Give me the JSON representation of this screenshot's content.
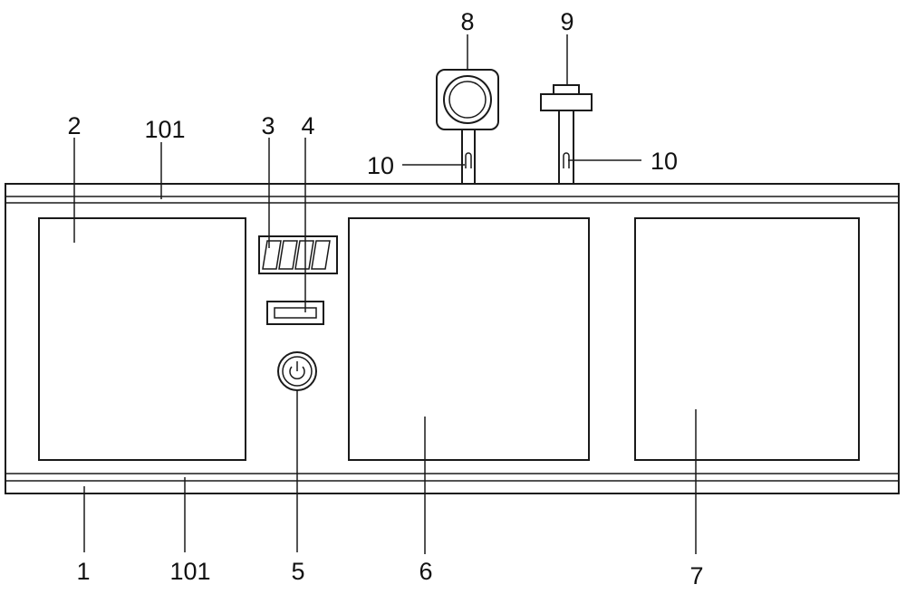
{
  "labels": {
    "l1": "1",
    "l2": "2",
    "l3": "3",
    "l4": "4",
    "l5": "5",
    "l6": "6",
    "l7": "7",
    "l8": "8",
    "l9": "9",
    "l10a": "10",
    "l10b": "10",
    "l101a": "101",
    "l101b": "101"
  }
}
